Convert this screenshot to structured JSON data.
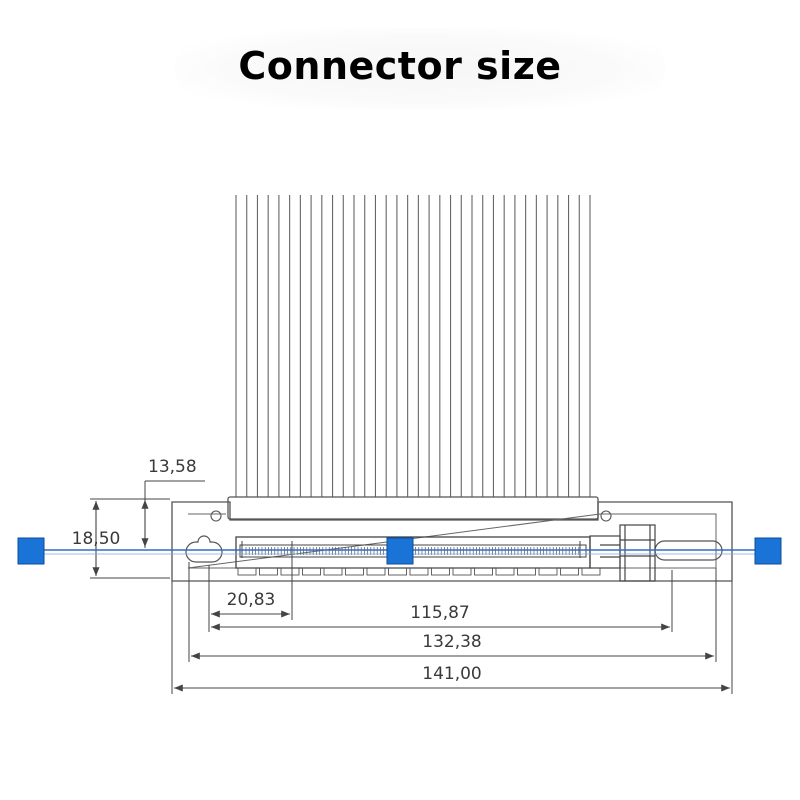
{
  "title": "Connector size",
  "cable": {
    "wire_count": 34
  },
  "dimensions": {
    "d1": "13,58",
    "d2": "18,50",
    "d3": "20,83",
    "d4": "115,87",
    "d5": "132,38",
    "d6": "141,00"
  },
  "colors": {
    "drawing": "#555555",
    "highlight": "#2f6fc4",
    "marker": "#1a74d8"
  }
}
